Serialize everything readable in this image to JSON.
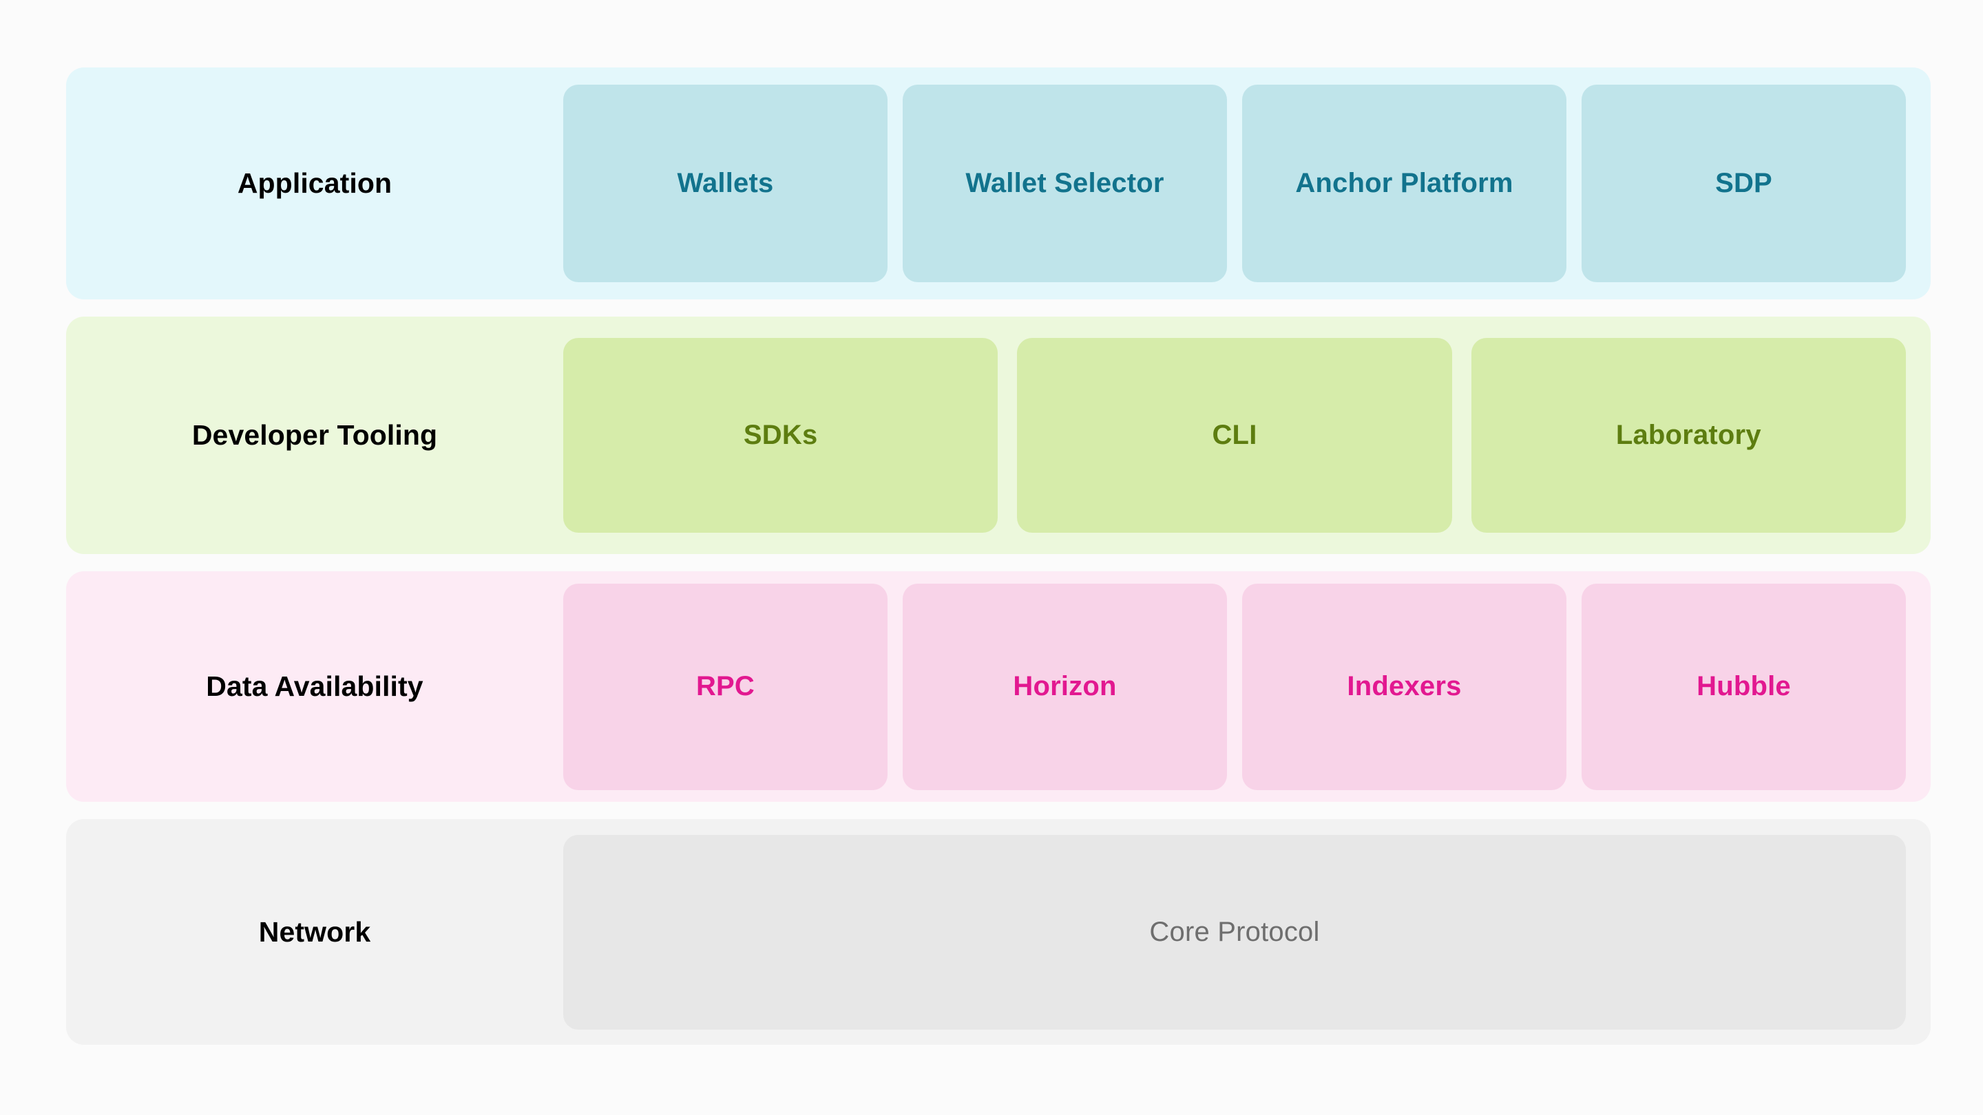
{
  "diagram": {
    "type": "layered-architecture-stack",
    "background_color": "#fbfbfb",
    "layers": [
      {
        "id": "application",
        "label": "Application",
        "band_color": "#e3f7fb",
        "tile_color": "#bfe4ea",
        "tile_text_color": "#12738d",
        "tiles": [
          {
            "label": "Wallets"
          },
          {
            "label": "Wallet Selector"
          },
          {
            "label": "Anchor Platform"
          },
          {
            "label": "SDP"
          }
        ]
      },
      {
        "id": "developer-tooling",
        "label": "Developer Tooling",
        "band_color": "#ecf8dc",
        "tile_color": "#d6ecaa",
        "tile_text_color": "#5d7d10",
        "tiles": [
          {
            "label": "SDKs"
          },
          {
            "label": "CLI"
          },
          {
            "label": "Laboratory"
          }
        ]
      },
      {
        "id": "data-availability",
        "label": "Data Availability",
        "band_color": "#fdebf5",
        "tile_color": "#f8d3e8",
        "tile_text_color": "#e21890",
        "tiles": [
          {
            "label": "RPC"
          },
          {
            "label": "Horizon"
          },
          {
            "label": "Indexers"
          },
          {
            "label": "Hubble"
          }
        ]
      },
      {
        "id": "network",
        "label": "Network",
        "band_color": "#f2f2f2",
        "tile_color": "#e7e7e7",
        "tile_text_color": "#6e6e6e",
        "tiles": [
          {
            "label": "Core Protocol"
          }
        ]
      }
    ]
  }
}
